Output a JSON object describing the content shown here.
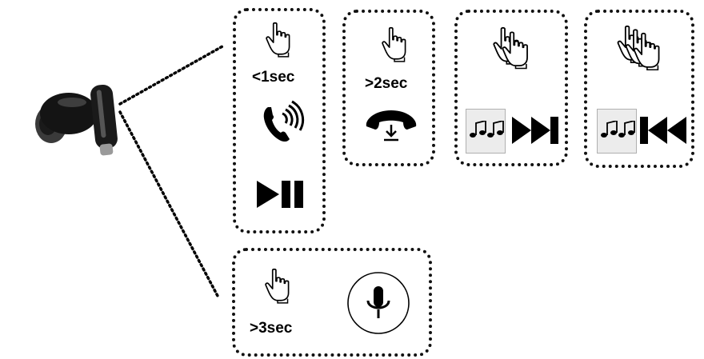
{
  "gestures": [
    {
      "id": "single",
      "duration_label": "<1sec",
      "taps": 1,
      "actions": [
        "answer-call-icon",
        "play-pause-icon"
      ]
    },
    {
      "id": "hold2",
      "duration_label": ">2sec",
      "taps": 1,
      "actions": [
        "end-call-icon"
      ]
    },
    {
      "id": "double",
      "duration_label": "",
      "taps": 2,
      "actions": [
        "music-notes-icon",
        "next-track-icon"
      ]
    },
    {
      "id": "triple",
      "duration_label": "",
      "taps": 3,
      "actions": [
        "music-notes-icon",
        "previous-track-icon"
      ]
    },
    {
      "id": "hold3",
      "duration_label": ">3sec",
      "taps": 1,
      "actions": [
        "voice-assistant-mic-icon"
      ]
    }
  ],
  "colors": {
    "ink": "#000000",
    "dot_border": "#111111",
    "earbud": "#1a1a1a"
  }
}
